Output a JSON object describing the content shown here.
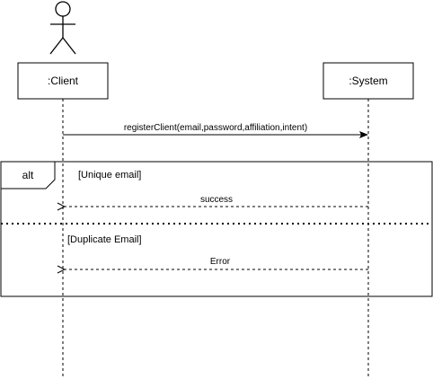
{
  "participants": {
    "client": {
      "label": ":Client",
      "has_actor_figure": true
    },
    "system": {
      "label": ":System"
    }
  },
  "messages": {
    "register": {
      "label": "registerClient(email,password,affiliation,intent)",
      "from": "client",
      "to": "system",
      "style": "sync"
    },
    "success": {
      "label": "success",
      "from": "system",
      "to": "client",
      "style": "reply"
    },
    "error": {
      "label": "Error",
      "from": "system",
      "to": "client",
      "style": "reply"
    }
  },
  "fragment": {
    "operator": "alt",
    "guard1": "[Unique email]",
    "guard2": "[Duplicate Email]"
  }
}
